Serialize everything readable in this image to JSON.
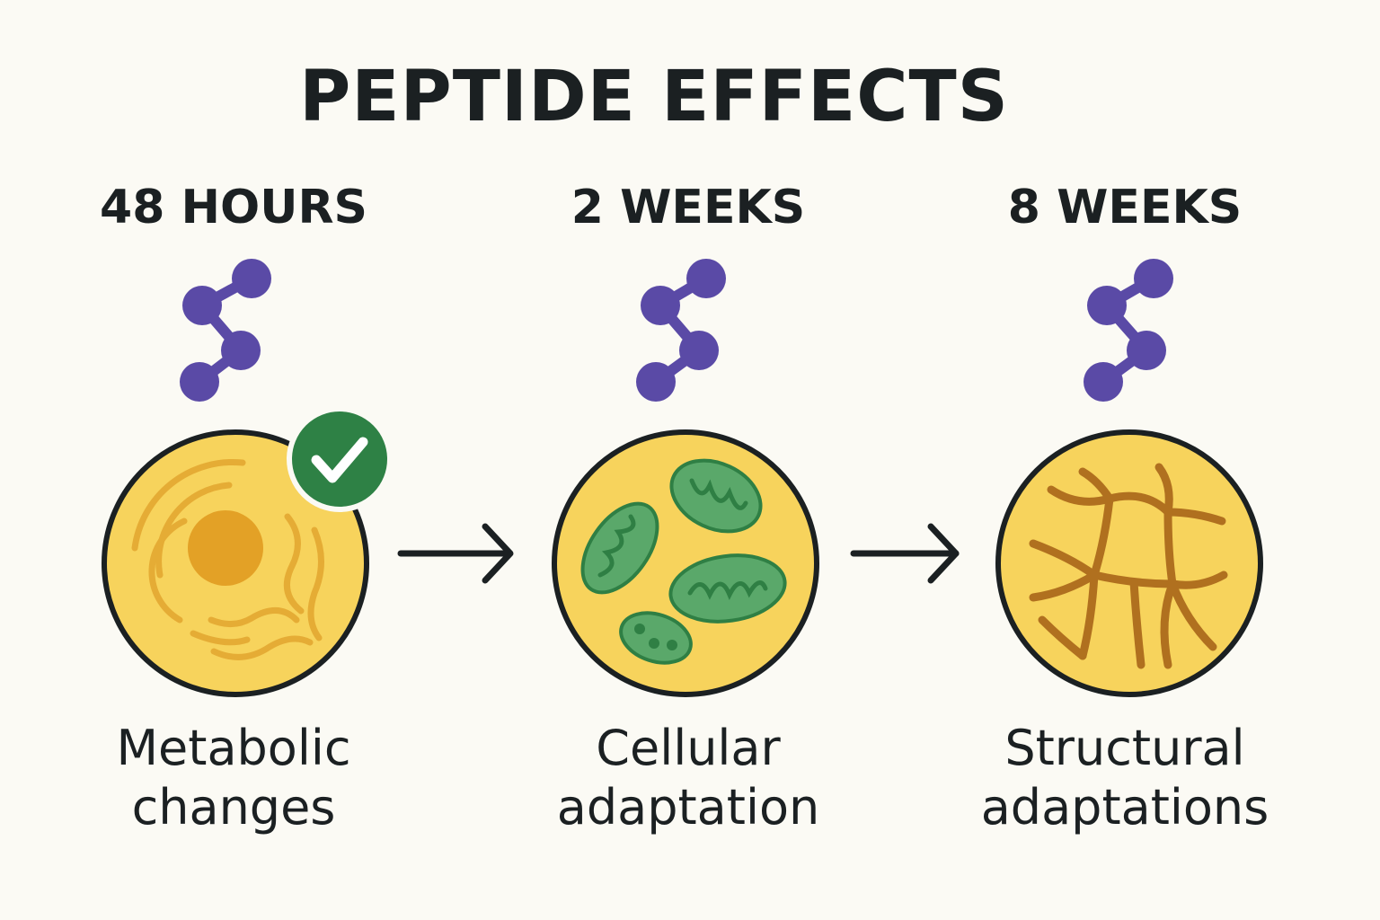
{
  "title": "PEPTIDE EFFECTS",
  "stages": [
    {
      "time": "48 HOURS",
      "label_line1": "Metabolic",
      "label_line2": "changes"
    },
    {
      "time": "2 WEEKS",
      "label_line1": "Cellular",
      "label_line2": "adaptation"
    },
    {
      "time": "8 WEEKS",
      "label_line1": "Structural",
      "label_line2": "adaptations"
    }
  ],
  "colors": {
    "background": "#fbfaf4",
    "cell_fill": "#f7d35c",
    "cell_outline": "#1b2022",
    "molecule": "#5a4aa6",
    "nucleus": "#e3a126",
    "organelle_lines": "#e5ac35",
    "mitochondria": "#5aa86a",
    "mitochondria_dark": "#2f7f44",
    "network": "#b0701f",
    "check_badge": "#2e8145",
    "arrow": "#1b2022"
  },
  "icons": [
    "molecule-icon",
    "checkmark-icon",
    "arrow-right-icon",
    "mitochondria-icon",
    "nucleus-icon"
  ]
}
